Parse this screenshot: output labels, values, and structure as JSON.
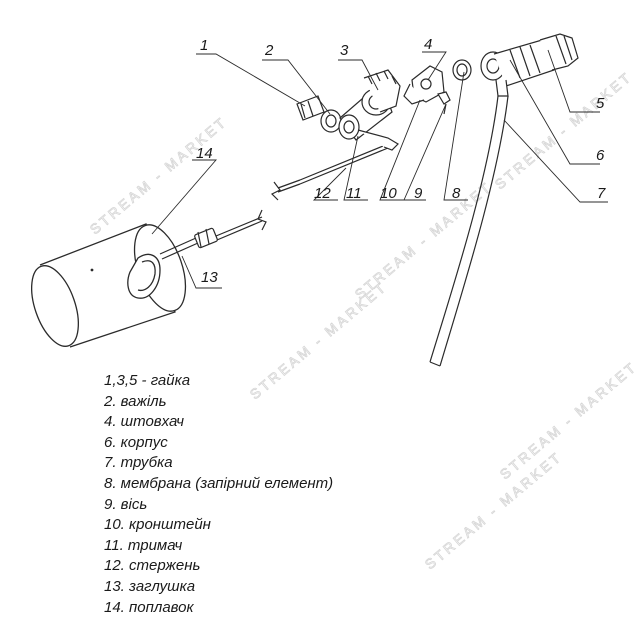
{
  "callouts": {
    "n1": "1",
    "n2": "2",
    "n3": "3",
    "n4": "4",
    "n5": "5",
    "n6": "6",
    "n7": "7",
    "n8": "8",
    "n9": "9",
    "n10": "10",
    "n11": "11",
    "n12": "12",
    "n13": "13",
    "n14": "14"
  },
  "legend": [
    "1,3,5 - гайка",
    "2. важіль",
    "4. штовхач",
    "6. корпус",
    "7. трубка",
    "8. мембрана (запірний елемент)",
    "9. вісь",
    "10. кронштейн",
    "11. тримач",
    "12. стержень",
    "13. заглушка",
    "14. поплавок"
  ],
  "watermark": "STREAM - MARKET",
  "colors": {
    "line": "#2b2b2b",
    "text": "#1a1a1a",
    "watermark": "#d6d6d6"
  }
}
